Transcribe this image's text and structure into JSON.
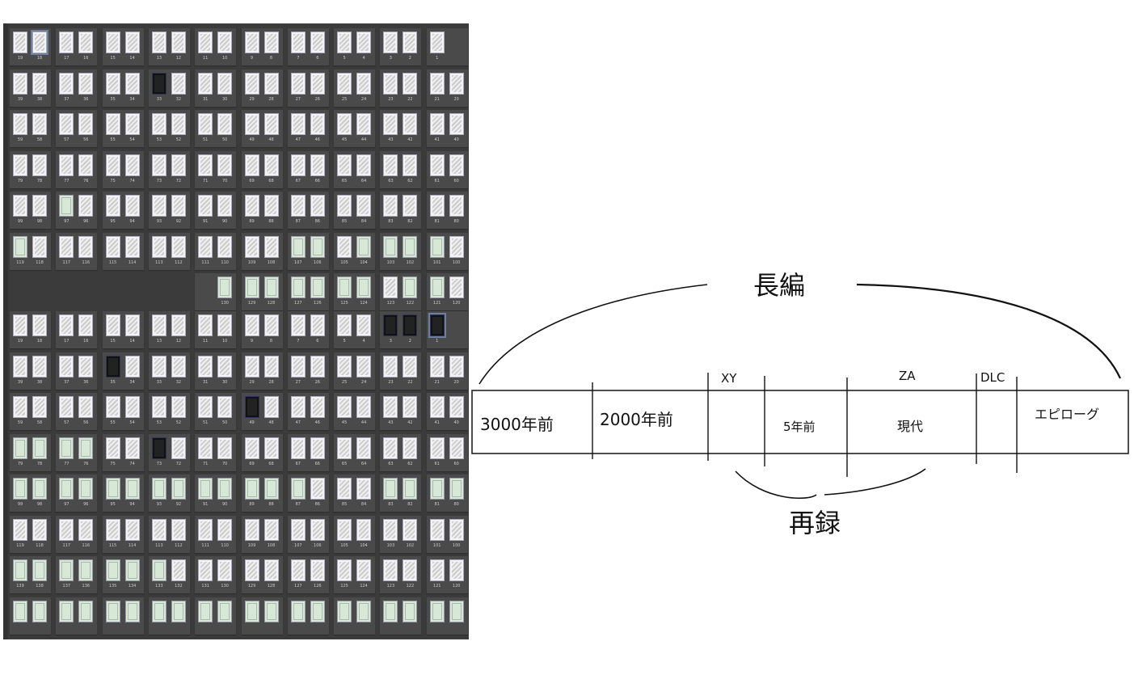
{
  "page_manager": {
    "panels": [
      {
        "rows": [
          [
            [
              19,
              18
            ],
            [
              17,
              16
            ],
            [
              15,
              14
            ],
            [
              13,
              12
            ],
            [
              11,
              10
            ],
            [
              9,
              8
            ],
            [
              7,
              6
            ],
            [
              5,
              4
            ],
            [
              3,
              2
            ],
            [
              1,
              null
            ]
          ],
          [
            [
              39,
              38
            ],
            [
              37,
              36
            ],
            [
              35,
              34
            ],
            [
              33,
              32
            ],
            [
              31,
              30
            ],
            [
              29,
              28
            ],
            [
              27,
              26
            ],
            [
              25,
              24
            ],
            [
              23,
              22
            ],
            [
              21,
              20
            ]
          ],
          [
            [
              59,
              58
            ],
            [
              57,
              56
            ],
            [
              55,
              54
            ],
            [
              53,
              52
            ],
            [
              51,
              50
            ],
            [
              49,
              48
            ],
            [
              47,
              46
            ],
            [
              45,
              44
            ],
            [
              43,
              42
            ],
            [
              41,
              40
            ]
          ],
          [
            [
              79,
              78
            ],
            [
              77,
              76
            ],
            [
              75,
              74
            ],
            [
              73,
              72
            ],
            [
              71,
              70
            ],
            [
              69,
              68
            ],
            [
              67,
              66
            ],
            [
              65,
              64
            ],
            [
              63,
              62
            ],
            [
              61,
              60
            ]
          ],
          [
            [
              99,
              98
            ],
            [
              97,
              96
            ],
            [
              95,
              94
            ],
            [
              93,
              92
            ],
            [
              91,
              90
            ],
            [
              89,
              88
            ],
            [
              87,
              86
            ],
            [
              85,
              84
            ],
            [
              83,
              82
            ],
            [
              81,
              80
            ]
          ],
          [
            [
              119,
              118
            ],
            [
              117,
              116
            ],
            [
              115,
              114
            ],
            [
              113,
              112
            ],
            [
              111,
              110
            ],
            [
              109,
              108
            ],
            [
              107,
              106
            ],
            [
              105,
              104
            ],
            [
              103,
              102
            ],
            [
              101,
              100
            ]
          ],
          [
            null,
            null,
            null,
            null,
            [
              null,
              130
            ],
            [
              129,
              128
            ],
            [
              127,
              126
            ],
            [
              125,
              124
            ],
            [
              123,
              122
            ],
            [
              121,
              120
            ]
          ]
        ],
        "selected_page": 18,
        "green_pages": [
          119,
          107,
          106,
          104,
          103,
          102,
          101,
          130,
          129,
          128,
          127,
          126,
          125,
          124,
          122,
          121,
          97
        ],
        "dark_pages": [
          33
        ]
      },
      {
        "rows": [
          [
            [
              19,
              18
            ],
            [
              17,
              16
            ],
            [
              15,
              14
            ],
            [
              13,
              12
            ],
            [
              11,
              10
            ],
            [
              9,
              8
            ],
            [
              7,
              6
            ],
            [
              5,
              4
            ],
            [
              3,
              2
            ],
            [
              1,
              null
            ]
          ],
          [
            [
              39,
              38
            ],
            [
              37,
              36
            ],
            [
              35,
              34
            ],
            [
              33,
              32
            ],
            [
              31,
              30
            ],
            [
              29,
              28
            ],
            [
              27,
              26
            ],
            [
              25,
              24
            ],
            [
              23,
              22
            ],
            [
              21,
              20
            ]
          ],
          [
            [
              59,
              58
            ],
            [
              57,
              56
            ],
            [
              55,
              54
            ],
            [
              53,
              52
            ],
            [
              51,
              50
            ],
            [
              49,
              48
            ],
            [
              47,
              46
            ],
            [
              45,
              44
            ],
            [
              43,
              42
            ],
            [
              41,
              40
            ]
          ],
          [
            [
              79,
              78
            ],
            [
              77,
              76
            ],
            [
              75,
              74
            ],
            [
              73,
              72
            ],
            [
              71,
              70
            ],
            [
              69,
              68
            ],
            [
              67,
              66
            ],
            [
              65,
              64
            ],
            [
              63,
              62
            ],
            [
              61,
              60
            ]
          ],
          [
            [
              99,
              98
            ],
            [
              97,
              96
            ],
            [
              95,
              94
            ],
            [
              93,
              92
            ],
            [
              91,
              90
            ],
            [
              89,
              88
            ],
            [
              87,
              86
            ],
            [
              85,
              84
            ],
            [
              83,
              82
            ],
            [
              81,
              80
            ]
          ],
          [
            [
              119,
              118
            ],
            [
              117,
              116
            ],
            [
              115,
              114
            ],
            [
              113,
              112
            ],
            [
              111,
              110
            ],
            [
              109,
              108
            ],
            [
              107,
              106
            ],
            [
              105,
              104
            ],
            [
              103,
              102
            ],
            [
              101,
              100
            ]
          ],
          [
            [
              139,
              138
            ],
            [
              137,
              136
            ],
            [
              135,
              134
            ],
            [
              133,
              132
            ],
            [
              131,
              130
            ],
            [
              129,
              128
            ],
            [
              127,
              126
            ],
            [
              125,
              124
            ],
            [
              123,
              122
            ],
            [
              121,
              120
            ]
          ],
          [
            [
              "",
              ""
            ],
            [
              "",
              ""
            ],
            [
              "",
              ""
            ],
            [
              "",
              ""
            ],
            [
              "",
              ""
            ],
            [
              "",
              ""
            ],
            [
              "",
              ""
            ],
            [
              "",
              ""
            ],
            [
              "",
              ""
            ],
            [
              "",
              ""
            ]
          ]
        ],
        "selected_page": 1,
        "green_pages": [
          79,
          78,
          77,
          76,
          99,
          98,
          97,
          96,
          95,
          94,
          93,
          92,
          91,
          90,
          89,
          88,
          87,
          83,
          82,
          81,
          80,
          139,
          138,
          137,
          136,
          135,
          134,
          133
        ],
        "dark_pages": [
          3,
          2,
          1,
          73,
          35,
          49
        ]
      }
    ]
  },
  "diagram": {
    "top_bracket_label": "長編",
    "bottom_bracket_label": "再録",
    "marker_labels": [
      "XY",
      "ZA",
      "DLC"
    ],
    "segments": [
      "3000年前",
      "2000年前",
      "5年前",
      "現代",
      "エピローグ"
    ]
  }
}
